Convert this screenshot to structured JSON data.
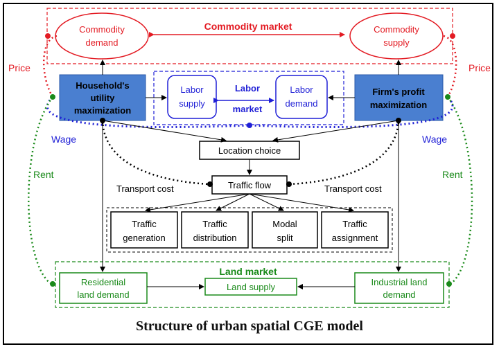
{
  "commodity_market": {
    "title": "Commodity market",
    "demand": [
      "Commodity",
      "demand"
    ],
    "supply": [
      "Commodity",
      "supply"
    ]
  },
  "household": [
    "Household's",
    "utility",
    "maximization"
  ],
  "firm": [
    "Firm's profit",
    "maximization"
  ],
  "labor_market": {
    "title": [
      "Labor",
      "market"
    ],
    "supply": [
      "Labor",
      "supply"
    ],
    "demand": [
      "Labor",
      "demand"
    ]
  },
  "location_choice": "Location choice",
  "traffic_flow": "Traffic flow",
  "traffic_steps": [
    [
      "Traffic",
      "generation"
    ],
    [
      "Traffic",
      "distribution"
    ],
    [
      "Modal",
      "split"
    ],
    [
      "Traffic",
      "assignment"
    ]
  ],
  "land_market": {
    "title": "Land market",
    "residential": [
      "Residential",
      "land demand"
    ],
    "land_supply": "Land supply",
    "industrial": [
      "Industrial land",
      "demand"
    ]
  },
  "labels": {
    "price_left": "Price",
    "price_right": "Price",
    "wage_left": "Wage",
    "wage_right": "Wage",
    "rent_left": "Rent",
    "rent_right": "Rent",
    "transport_left": "Transport cost",
    "transport_right": "Transport cost"
  },
  "caption": "Structure of urban spatial CGE model",
  "colors": {
    "commodity": "#e31b23",
    "labor": "#1f1fd6",
    "land": "#1a8a1a",
    "agent_fill": "#4a7fd0",
    "black": "#000000"
  }
}
